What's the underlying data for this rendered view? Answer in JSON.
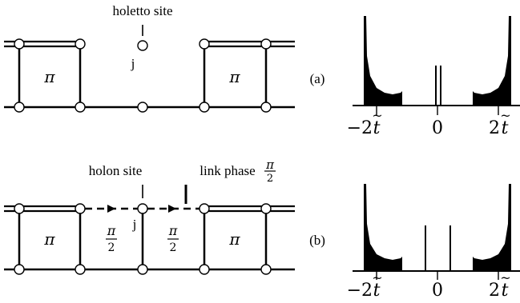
{
  "panel_a": {
    "annotation": "holetto site",
    "site_label": "j",
    "plaquette_left": "π",
    "plaquette_right": "π",
    "panel_label": "(a)"
  },
  "panel_b": {
    "annotation_holon": "holon site",
    "annotation_link": "link phase",
    "link_phase_num": "π",
    "link_phase_den": "2",
    "site_label": "j",
    "plaquette_left": "π",
    "plaquette_mid_left_num": "π",
    "plaquette_mid_left_den": "2",
    "plaquette_mid_right_num": "π",
    "plaquette_mid_right_den": "2",
    "plaquette_right": "π",
    "panel_label": "(b)"
  },
  "spectrum_axis": {
    "tick_left": "−2",
    "tick_mid": "0",
    "tick_right": "2",
    "t_symbol": "t",
    "t_accent": "~"
  },
  "colors": {
    "ink": "#000000",
    "site_fill": "#ffffff"
  }
}
